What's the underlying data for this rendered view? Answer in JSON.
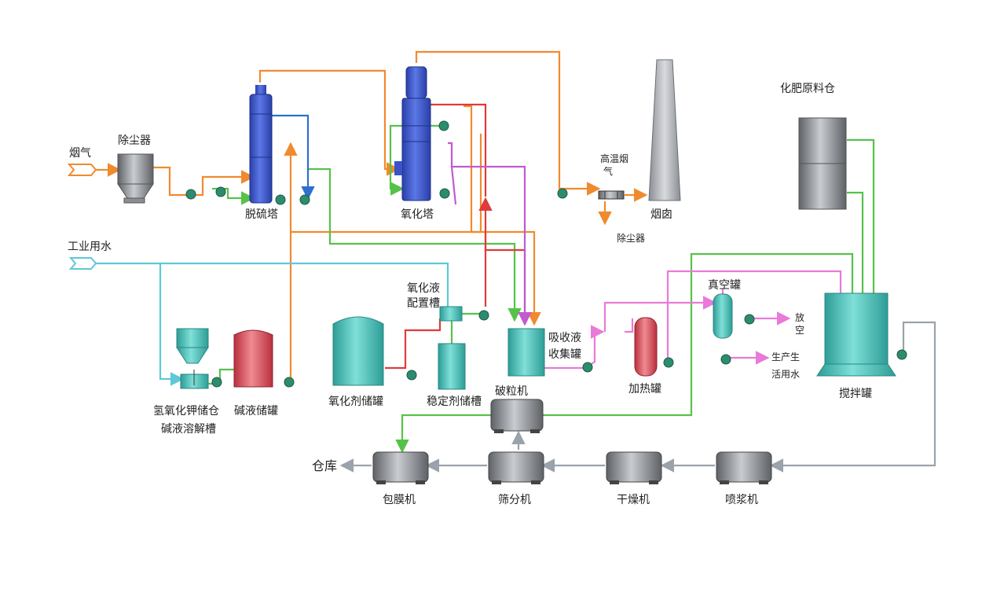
{
  "labels": {
    "flue_gas": "烟气",
    "dust_collector_1": "除尘器",
    "desulfur_tower": "脱硫塔",
    "oxidation_tower": "氧化塔",
    "industrial_water": "工业用水",
    "high_temp_gas_1": "高温烟",
    "high_temp_gas_2": "气",
    "dust_collector_2": "除尘器",
    "chimney": "烟囱",
    "fertilizer_silo": "化肥原料仓",
    "oxidant_prep_1": "氧化液",
    "oxidant_prep_2": "配置槽",
    "absorb_collect_1": "吸收液",
    "absorb_collect_2": "收集罐",
    "vacuum_tank": "真空罐",
    "vent_1": "放",
    "vent_2": "空",
    "domestic_water_1": "生产生",
    "domestic_water_2": "活用水",
    "koh_silo": "氢氧化钾储仓",
    "alkali_dissolve": "碱液溶解槽",
    "alkali_storage": "碱液储罐",
    "oxidant_storage": "氧化剂储罐",
    "stabilizer_tank": "稳定剂储槽",
    "granulator": "破粒机",
    "heating_tank": "加热罐",
    "mixing_tank": "搅拌罐",
    "warehouse": "仓库",
    "coating_machine": "包膜机",
    "screening_machine": "筛分机",
    "dryer": "干燥机",
    "spray_machine": "喷浆机"
  },
  "colors": {
    "flue_gas_line": "#f08a2e",
    "green_line": "#57c24a",
    "water_line": "#5fc8d6",
    "red_line": "#e03a3a",
    "purple_line": "#c05bd0",
    "blue_line": "#2e6fd0",
    "pink_line": "#e87ad8",
    "gray_line": "#9aa2ab",
    "tower_blue": "#3a54c8",
    "tank_teal": "#3fb8b0",
    "tank_red": "#d84a55",
    "machine_gray": "#7a7d82"
  }
}
